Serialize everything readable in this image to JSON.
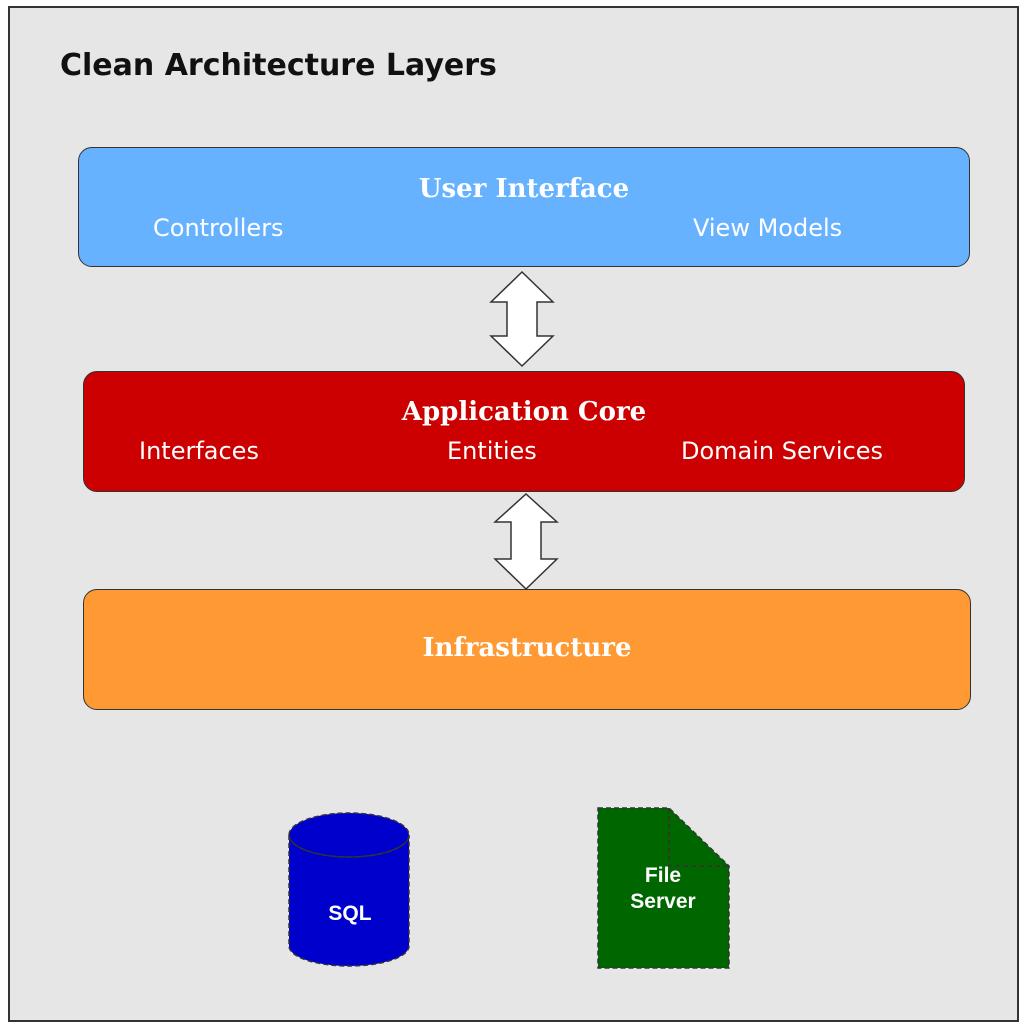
{
  "title": "Clean Architecture Layers",
  "layers": {
    "ui": {
      "title": "User Interface",
      "items": [
        "Controllers",
        "View Models"
      ],
      "color": "#66b2ff"
    },
    "core": {
      "title": "Application Core",
      "items": [
        "Interfaces",
        "Entities",
        "Domain Services"
      ],
      "color": "#cc0000"
    },
    "infra": {
      "title": "Infrastructure",
      "items": [],
      "color": "#ff9933"
    }
  },
  "resources": {
    "sql": {
      "label": "SQL",
      "color": "#0000cc"
    },
    "file_server": {
      "label_line1": "File",
      "label_line2": "Server",
      "color": "#006600"
    }
  },
  "connectors": [
    "ui-core",
    "core-infra"
  ]
}
